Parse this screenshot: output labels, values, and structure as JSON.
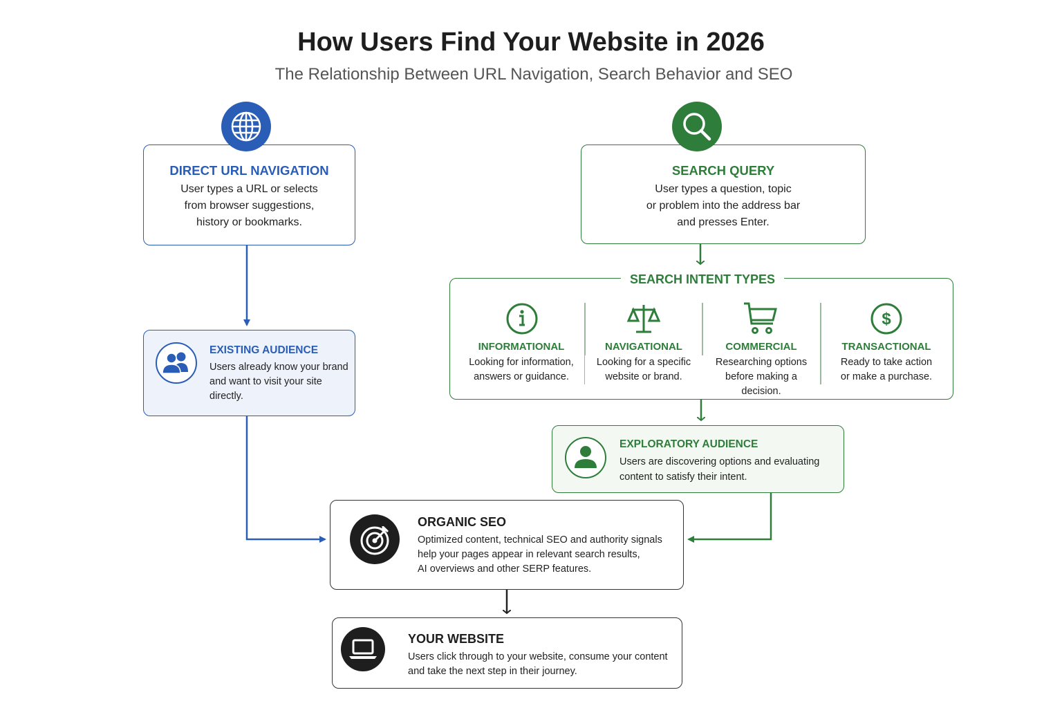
{
  "header": {
    "title": "How Users Find Your Website in 2026",
    "subtitle": "The Relationship Between URL Navigation, Search Behavior and SEO"
  },
  "colors": {
    "blue": "#2a5db5",
    "green": "#2e7d3a",
    "dark": "#1e1e1e"
  },
  "direct": {
    "icon": "globe-icon",
    "title": "DIRECT URL NAVIGATION",
    "lines": [
      "User types a URL or selects",
      "from browser suggestions,",
      "history or bookmarks."
    ]
  },
  "search": {
    "icon": "magnifier-icon",
    "title": "SEARCH QUERY",
    "lines": [
      "User types a question, topic",
      "or problem into the address bar",
      "and presses Enter."
    ]
  },
  "intents": {
    "label": "SEARCH INTENT TYPES",
    "items": [
      {
        "icon": "info-icon",
        "title": "INFORMATIONAL",
        "lines": [
          "Looking for information,",
          "answers or guidance."
        ]
      },
      {
        "icon": "scale-icon",
        "title": "NAVIGATIONAL",
        "lines": [
          "Looking for a specific",
          "website or brand."
        ]
      },
      {
        "icon": "cart-icon",
        "title": "COMMERCIAL",
        "lines": [
          "Researching options",
          "before making a",
          "decision."
        ]
      },
      {
        "icon": "dollar-icon",
        "title": "TRANSACTIONAL",
        "lines": [
          "Ready to take action",
          "or make a purchase."
        ]
      }
    ]
  },
  "existing": {
    "icon": "users-icon",
    "title": "EXISTING AUDIENCE",
    "lines": [
      "Users already know your brand",
      "and want to visit your site",
      "directly."
    ]
  },
  "exploratory": {
    "icon": "user-icon",
    "title": "EXPLORATORY AUDIENCE",
    "lines": [
      "Users are discovering options and evaluating",
      "content to satisfy their intent."
    ]
  },
  "seo": {
    "icon": "target-icon",
    "title": "ORGANIC SEO",
    "lines": [
      "Optimized content, technical SEO and authority signals",
      "help your pages appear in relevant search results,",
      "AI overviews and other SERP features."
    ]
  },
  "website": {
    "icon": "laptop-icon",
    "title": "YOUR WEBSITE",
    "lines": [
      "Users click through to your website, consume your content",
      "and take the next step in their journey."
    ]
  }
}
